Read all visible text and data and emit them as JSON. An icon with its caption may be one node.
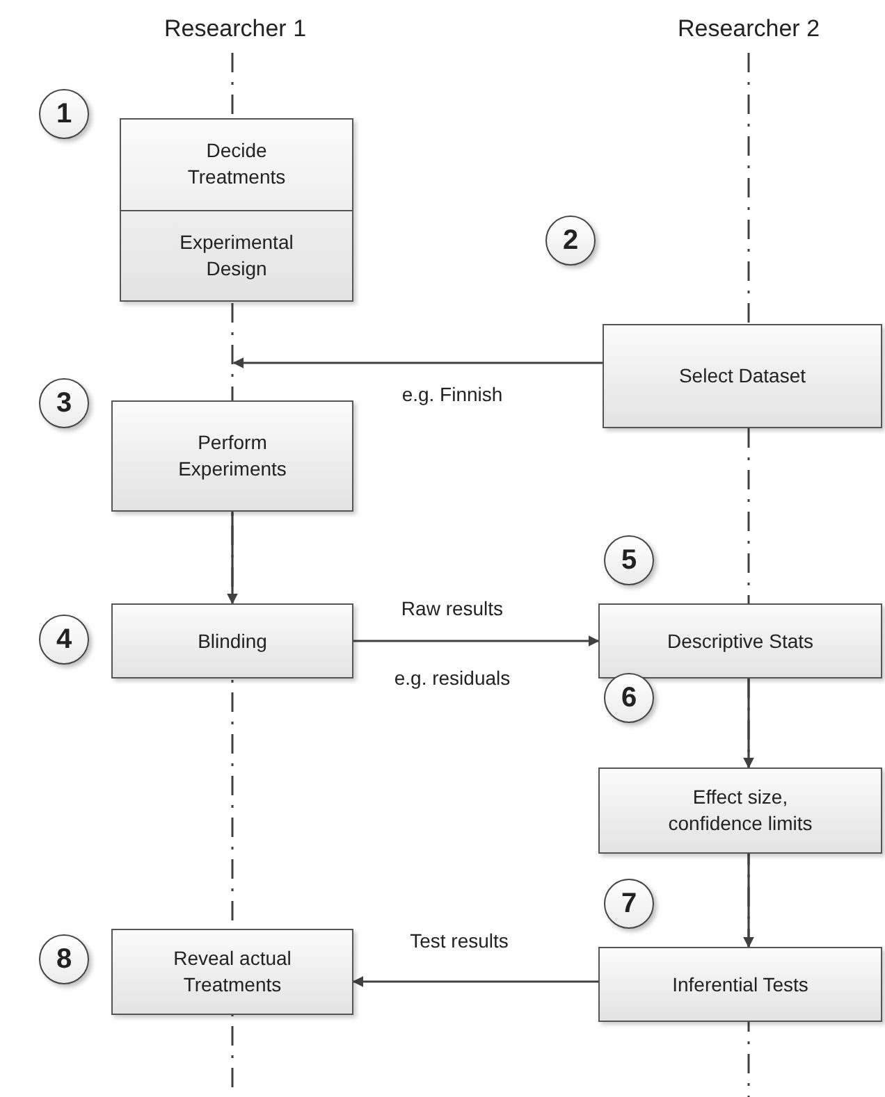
{
  "diagram": {
    "nodes": [
      {
        "text": [
          "1"
        ]
      },
      {
        "text": [
          "Decide Treatments",
          "Experimental Design"
        ]
      },
      {
        "text": [
          "2"
        ]
      },
      {
        "text": [
          "Select Dataset"
        ]
      },
      {
        "text": [
          "3"
        ]
      },
      {
        "text": [
          "Perform Experiments"
        ]
      },
      {
        "text": [
          "Blinding"
        ]
      },
      {
        "text": [
          "4"
        ]
      },
      {
        "text": [
          "5"
        ]
      },
      {
        "text": [
          "Descriptive Stats"
        ]
      },
      {
        "text": [
          "6"
        ]
      },
      {
        "text": [
          "Effect size, confidence limits"
        ]
      },
      {
        "text": [
          "7"
        ]
      },
      {
        "text": [
          "Reveal actual Treatments"
        ]
      },
      {
        "text": [
          "8"
        ]
      },
      {
        "text": [
          "Inferential Tests"
        ]
      },
      {
        "text": [],
        "shape": "line"
      }
    ],
    "edges": [
      {
        "from": 3,
        "to": 16,
        "arrow": "to",
        "label": "e.g. Finnish"
      },
      {
        "from": 5,
        "to": 6,
        "arrow": "to"
      },
      {
        "from": 6,
        "to": 9,
        "arrow": "to",
        "label": "Raw results"
      },
      {
        "from": 9,
        "to": 11,
        "arrow": "to"
      },
      {
        "from": 11,
        "to": 15,
        "arrow": "to"
      },
      {
        "from": 15,
        "to": 13,
        "arrow": "to",
        "label": "Test results"
      }
    ],
    "labels": [
      "Researcher 1",
      "Researcher 2",
      "e.g. residuals"
    ]
  }
}
